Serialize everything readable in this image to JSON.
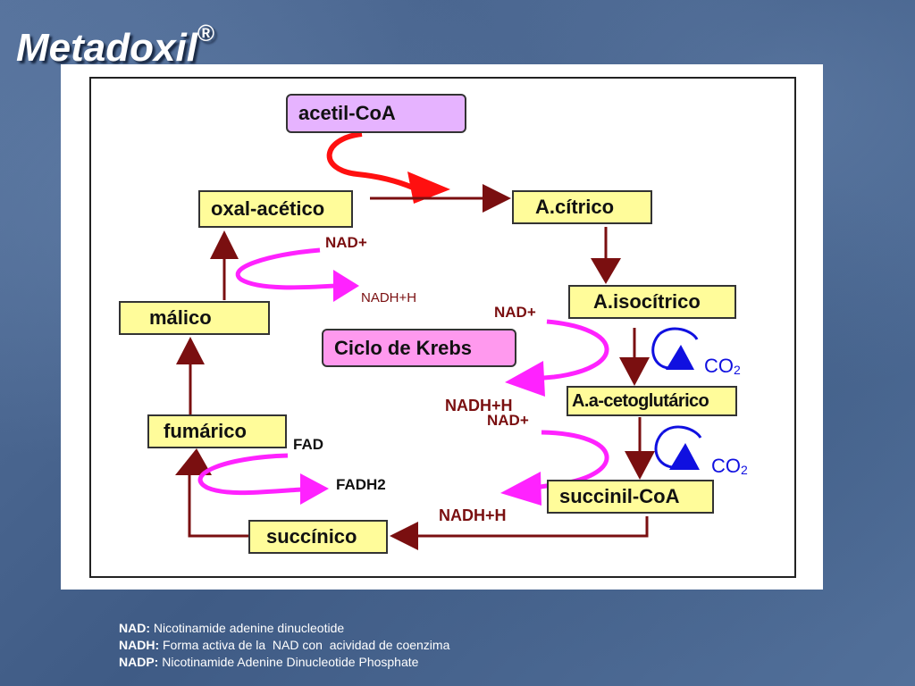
{
  "title": "Metadoxil",
  "title_mark": "®",
  "boxes": {
    "acetil": "acetil-CoA",
    "oxal": "oxal-acético",
    "citrico": "A.cítrico",
    "isocitrico": "A.isocítrico",
    "malico": "málico",
    "ciclo": "Ciclo de Krebs",
    "cetoglutarico": "A.a-cetoglutárico",
    "fumarico": "fumárico",
    "succinilcoa": "succinil-CoA",
    "succinico": "succínico"
  },
  "labels": {
    "nad_top": "NAD+",
    "nadh_top": "NADH+H",
    "nad_iso": "NAD+",
    "nadh_iso": "NADH+H",
    "nad_keto": "NAD+",
    "nadh_succ": "NADH+H",
    "fad": "FAD",
    "fadh2": "FADH2",
    "co2_1": "CO",
    "co2_1_sub": "2",
    "co2_2": "CO",
    "co2_2_sub": "2"
  },
  "colors": {
    "dark_arrow": "#7a0f10",
    "magenta": "#ff22ff",
    "red": "#ff1010",
    "blue": "#1010e0",
    "box_fill": "#fffc9a",
    "ciclo_fill": "#ff99ee",
    "acetil_fill": "#e6b3ff"
  },
  "footer": [
    {
      "term": "NAD:",
      "text": " Nicotinamide adenine dinucleotide"
    },
    {
      "term": "NADH:",
      "text": " Forma activa de la  NAD con  acividad de coenzima"
    },
    {
      "term": "NADP:",
      "text": " Nicotinamide Adenine Dinucleotide Phosphate"
    }
  ]
}
